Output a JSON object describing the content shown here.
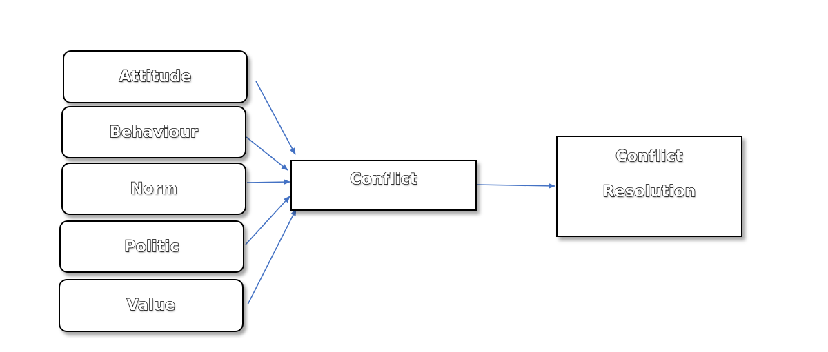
{
  "inputs": [
    {
      "label": "Attitude"
    },
    {
      "label": "Behaviour"
    },
    {
      "label": "Norm"
    },
    {
      "label": "Politic"
    },
    {
      "label": "Value"
    }
  ],
  "conflict": {
    "label": "Conflict"
  },
  "resolution": {
    "line1": "Conflict",
    "line2": "Resolution"
  },
  "colors": {
    "arrow": "#4472C4",
    "border": "#000000"
  }
}
